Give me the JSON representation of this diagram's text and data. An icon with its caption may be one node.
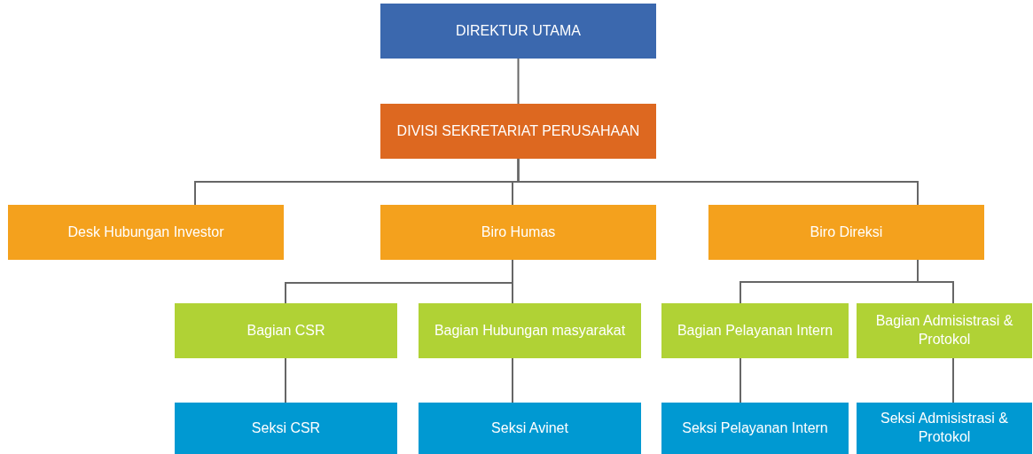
{
  "diagram": {
    "nodes": [
      {
        "text": [
          "DIREKTUR UTAMA"
        ]
      },
      {
        "text": [
          "DIVISI SEKRETARIAT PERUSAHAAN"
        ]
      },
      {
        "text": [
          "Desk Hubungan Investor"
        ]
      },
      {
        "text": [
          "Biro Humas"
        ]
      },
      {
        "text": [
          "Biro Direksi"
        ]
      },
      {
        "text": [
          "Bagian CSR"
        ]
      },
      {
        "text": [
          "Bagian Hubungan masyarakat"
        ]
      },
      {
        "text": [
          "Bagian Pelayanan Intern"
        ]
      },
      {
        "text": [
          "Bagian Admisistrasi & Protokol"
        ]
      },
      {
        "text": [
          "Seksi CSR"
        ]
      },
      {
        "text": [
          "Seksi Avinet"
        ]
      },
      {
        "text": [
          "Seksi Pelayanan Intern"
        ]
      },
      {
        "text": [
          "Seksi Admisistrasi & Protokol"
        ]
      }
    ],
    "edges": [
      {
        "from": 0,
        "to": 1,
        "arrow": "none"
      },
      {
        "from": 1,
        "to": 2,
        "arrow": "none"
      },
      {
        "from": 1,
        "to": 3,
        "arrow": "none"
      },
      {
        "from": 1,
        "to": 4,
        "arrow": "none"
      },
      {
        "from": 3,
        "to": 5,
        "arrow": "none"
      },
      {
        "from": 3,
        "to": 6,
        "arrow": "none"
      },
      {
        "from": 4,
        "to": 7,
        "arrow": "none"
      },
      {
        "from": 4,
        "to": 8,
        "arrow": "none"
      },
      {
        "from": 5,
        "to": 9,
        "arrow": "none"
      },
      {
        "from": 6,
        "to": 10,
        "arrow": "none"
      },
      {
        "from": 7,
        "to": 11,
        "arrow": "none"
      },
      {
        "from": 8,
        "to": 12,
        "arrow": "none"
      }
    ]
  }
}
